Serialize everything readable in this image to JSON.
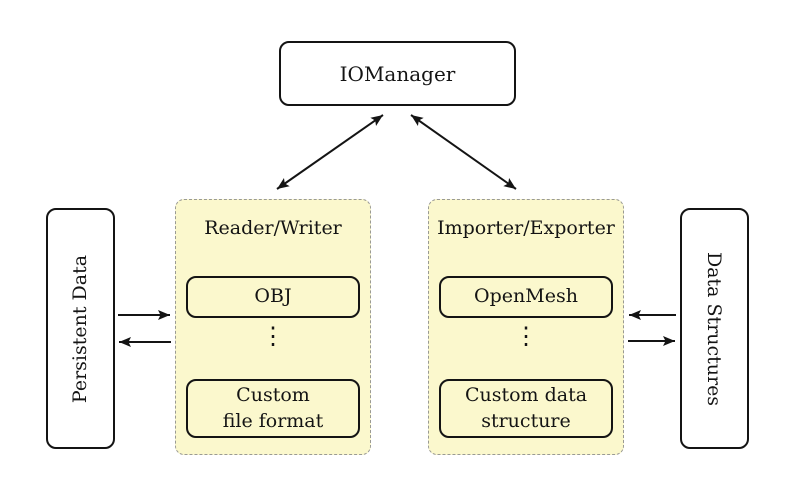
{
  "colors": {
    "background": "#FFFFFF",
    "group_fill": "#FBF8CD",
    "group_border": "#9A9A94",
    "node_border": "#141414",
    "arrow": "#141414"
  },
  "nodes": {
    "iomanager": "IOManager",
    "persistent_data": "Persistent Data",
    "data_structures": "Data Structures"
  },
  "groups": {
    "reader_writer": {
      "title": "Reader/Writer",
      "items": {
        "first": "OBJ",
        "ellipsis": "⋮",
        "last": "Custom\nfile format"
      }
    },
    "importer_exporter": {
      "title": "Importer/Exporter",
      "items": {
        "first": "OpenMesh",
        "ellipsis": "⋮",
        "last": "Custom data\nstructure"
      }
    }
  }
}
